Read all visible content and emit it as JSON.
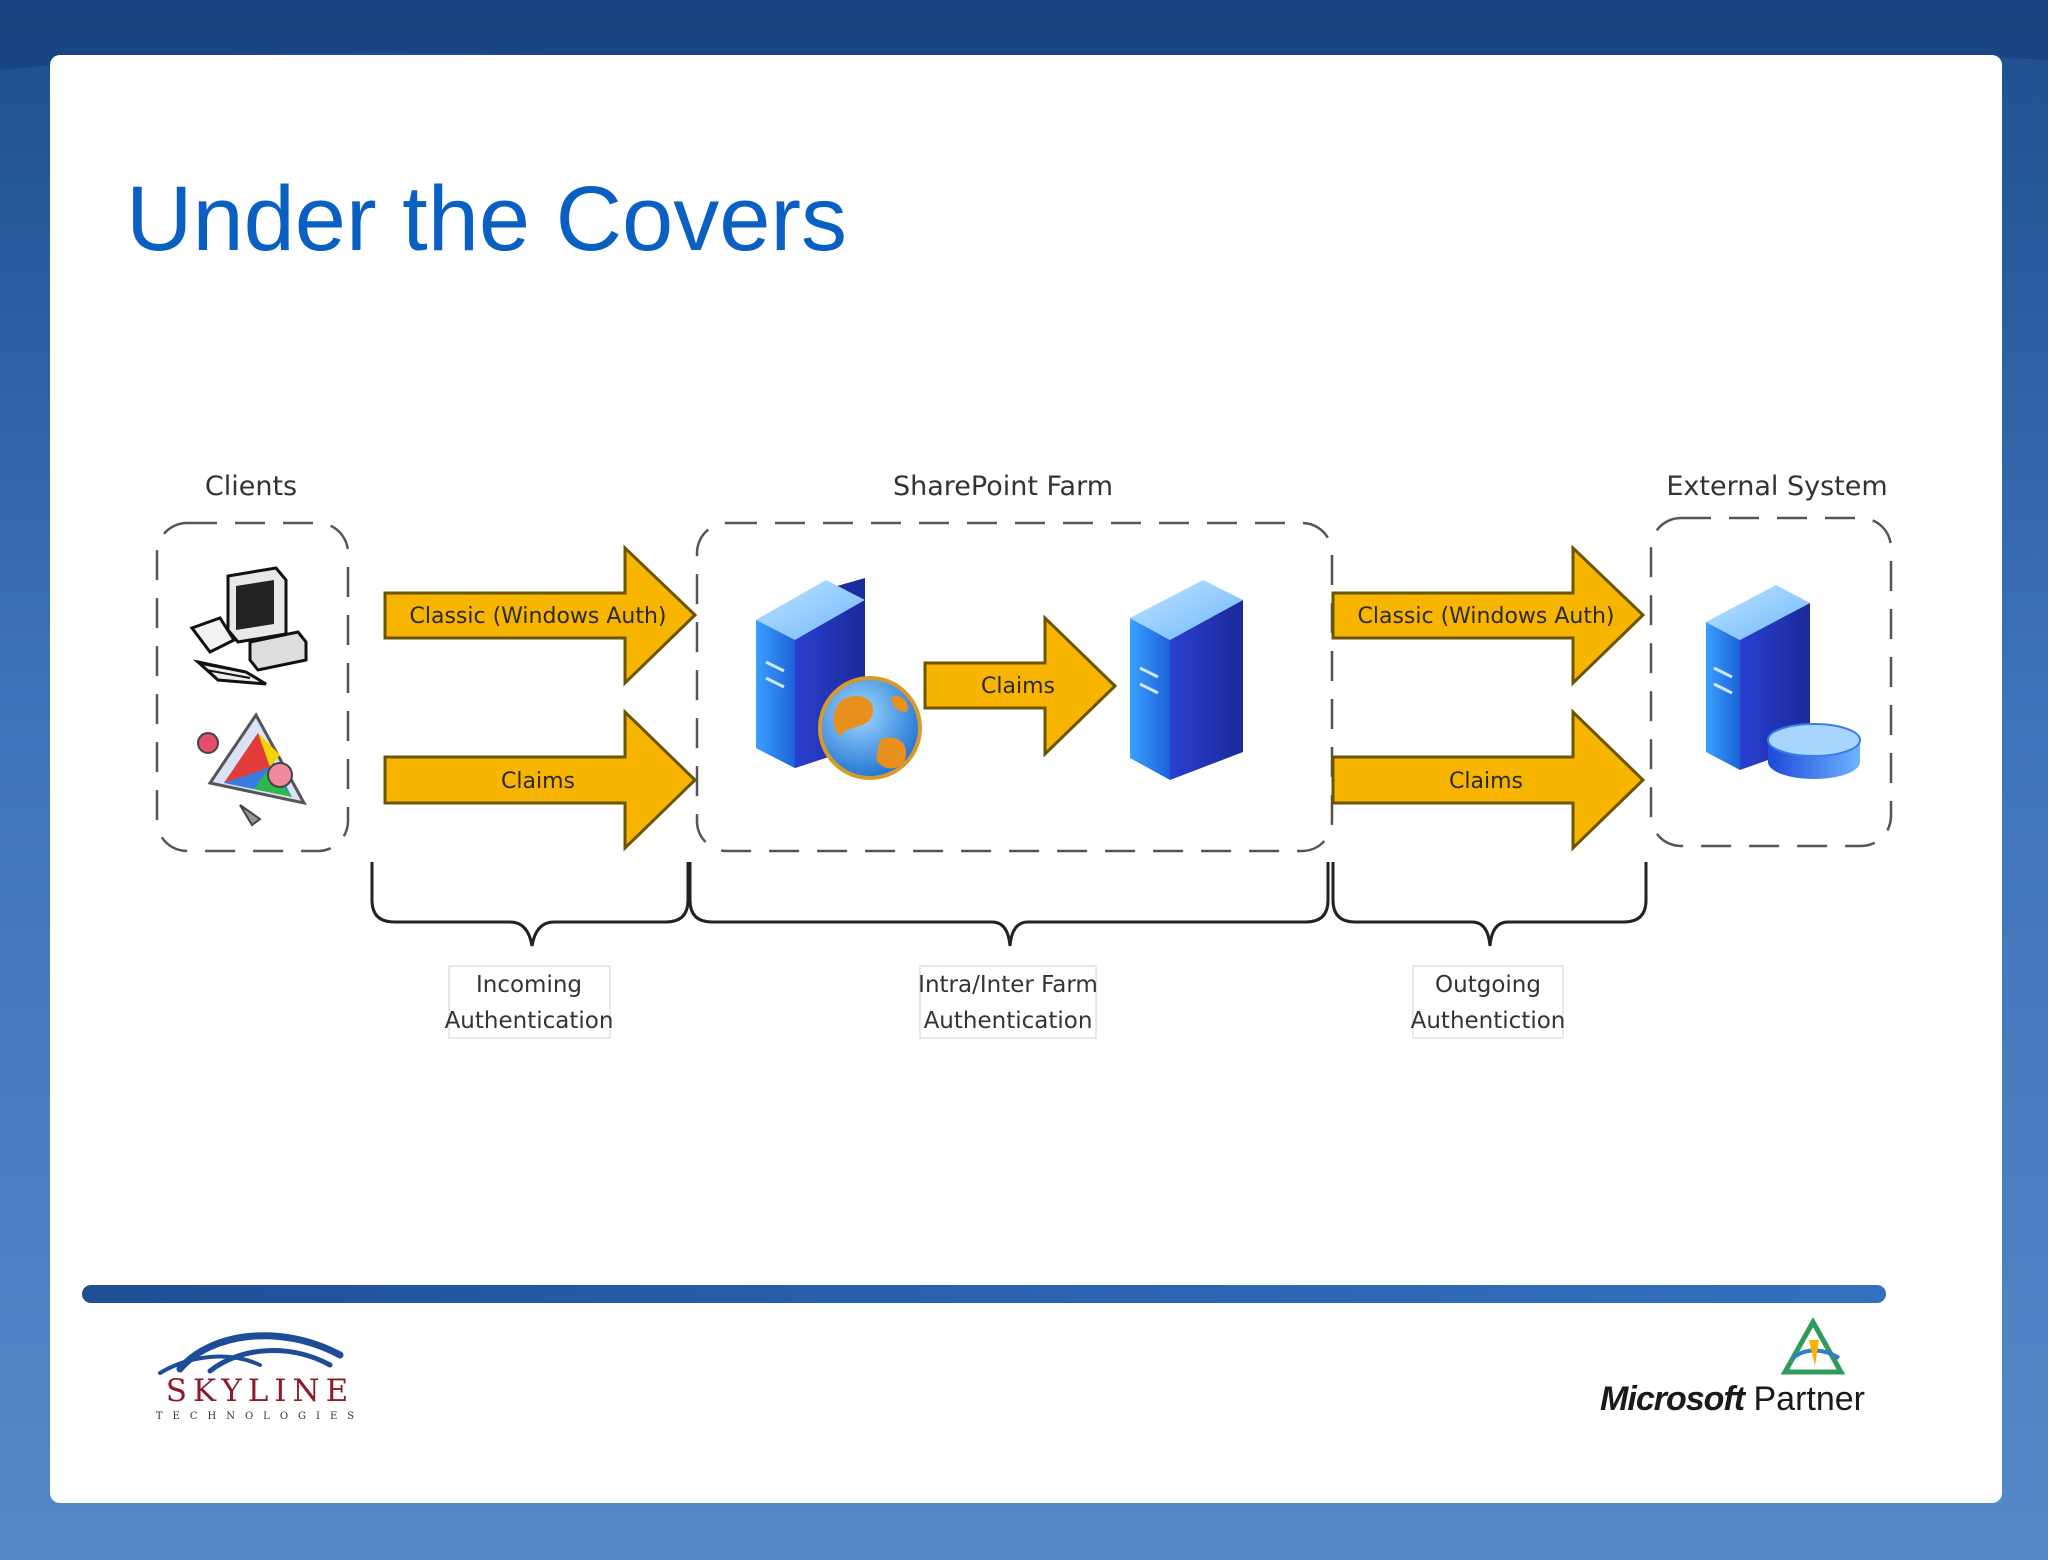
{
  "slide": {
    "title": "Under the Covers"
  },
  "diagram": {
    "groups": {
      "clients": "Clients",
      "farm": "SharePoint Farm",
      "external": "External System"
    },
    "arrows": {
      "incoming_classic": "Classic (Windows Auth)",
      "incoming_claims": "Claims",
      "internal_claims": "Claims",
      "outgoing_classic": "Classic (Windows Auth)",
      "outgoing_claims": "Claims"
    },
    "phases": {
      "incoming": [
        "Incoming",
        "Authentication"
      ],
      "intra": [
        "Intra/Inter Farm",
        "Authentication"
      ],
      "outgoing": [
        "Outgoing",
        "Authentiction"
      ]
    },
    "icons": [
      "desktop-computer-icon",
      "client-application-icon",
      "web-server-globe-icon",
      "server-icon",
      "database-server-icon"
    ],
    "colors": {
      "arrow_fill": "#f7b500",
      "arrow_stroke": "#6b5500",
      "title": "#0a5fc2",
      "server_blue": "#1f3fbf"
    }
  },
  "footer": {
    "skyline_name": "SKYLINE",
    "skyline_sub": "TECHNOLOGIES",
    "ms_word": "Microsoft",
    "partner_word": "Partner"
  }
}
